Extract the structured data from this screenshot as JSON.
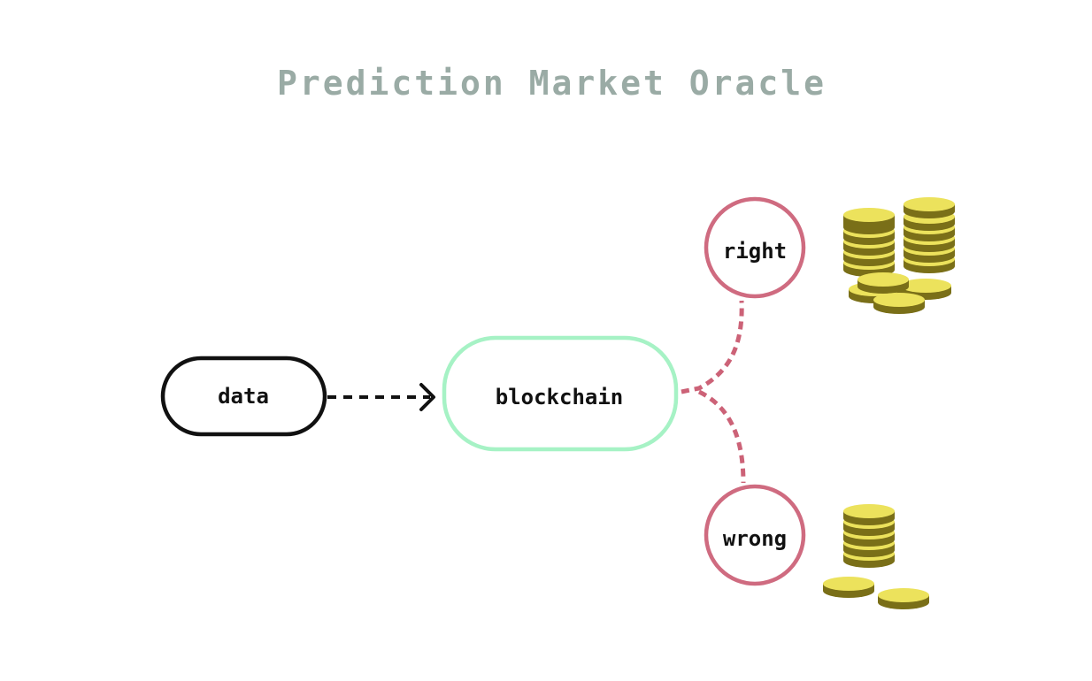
{
  "title": "Prediction Market Oracle",
  "nodes": {
    "data": "data",
    "blockchain": "blockchain",
    "right": "right",
    "wrong": "wrong"
  },
  "colors": {
    "title": "#9aaba5",
    "data_border": "#111111",
    "blockchain_border": "#a6f2c5",
    "outcome_border": "#cf6b80",
    "connector": "#cc6277",
    "coin_top": "#ece25c",
    "coin_side": "#7a6f18"
  },
  "icons": {
    "right_reward": "large-coin-stacks-icon",
    "wrong_reward": "small-coin-stack-icon"
  }
}
